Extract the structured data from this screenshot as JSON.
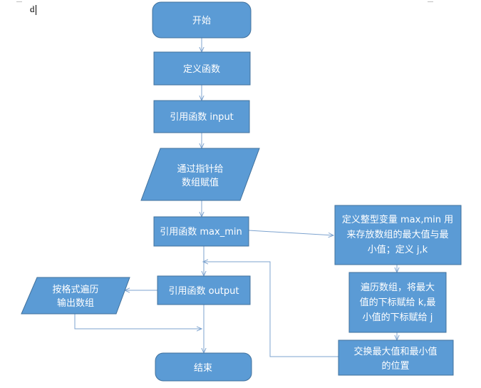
{
  "document": {
    "typed_char": "d"
  },
  "flowchart": {
    "colors": {
      "fill": "#5b9bd5",
      "stroke": "#41719c",
      "text": "#ffffff",
      "connector": "#7da3cf"
    },
    "nodes": {
      "start": "开始",
      "define_func": "定义函数",
      "call_input": "引用函数 input",
      "assign_ptr": [
        "通过指针给",
        "数组赋值"
      ],
      "call_maxmin": "引用函数 max_min",
      "call_output": "引用函数 output",
      "print_array": [
        "按格式遍历",
        "输出数组"
      ],
      "end": "结束",
      "define_vars": [
        "定义整型变量 max,min 用",
        "来存放数组的最大值与最",
        "小值；定义 j,k"
      ],
      "traverse": [
        "遍历数组，将最大",
        "值的下标赋给 k,最",
        "小值的下标赋给 j"
      ],
      "swap": [
        "交换最大值和最小值",
        "的位置"
      ]
    }
  }
}
